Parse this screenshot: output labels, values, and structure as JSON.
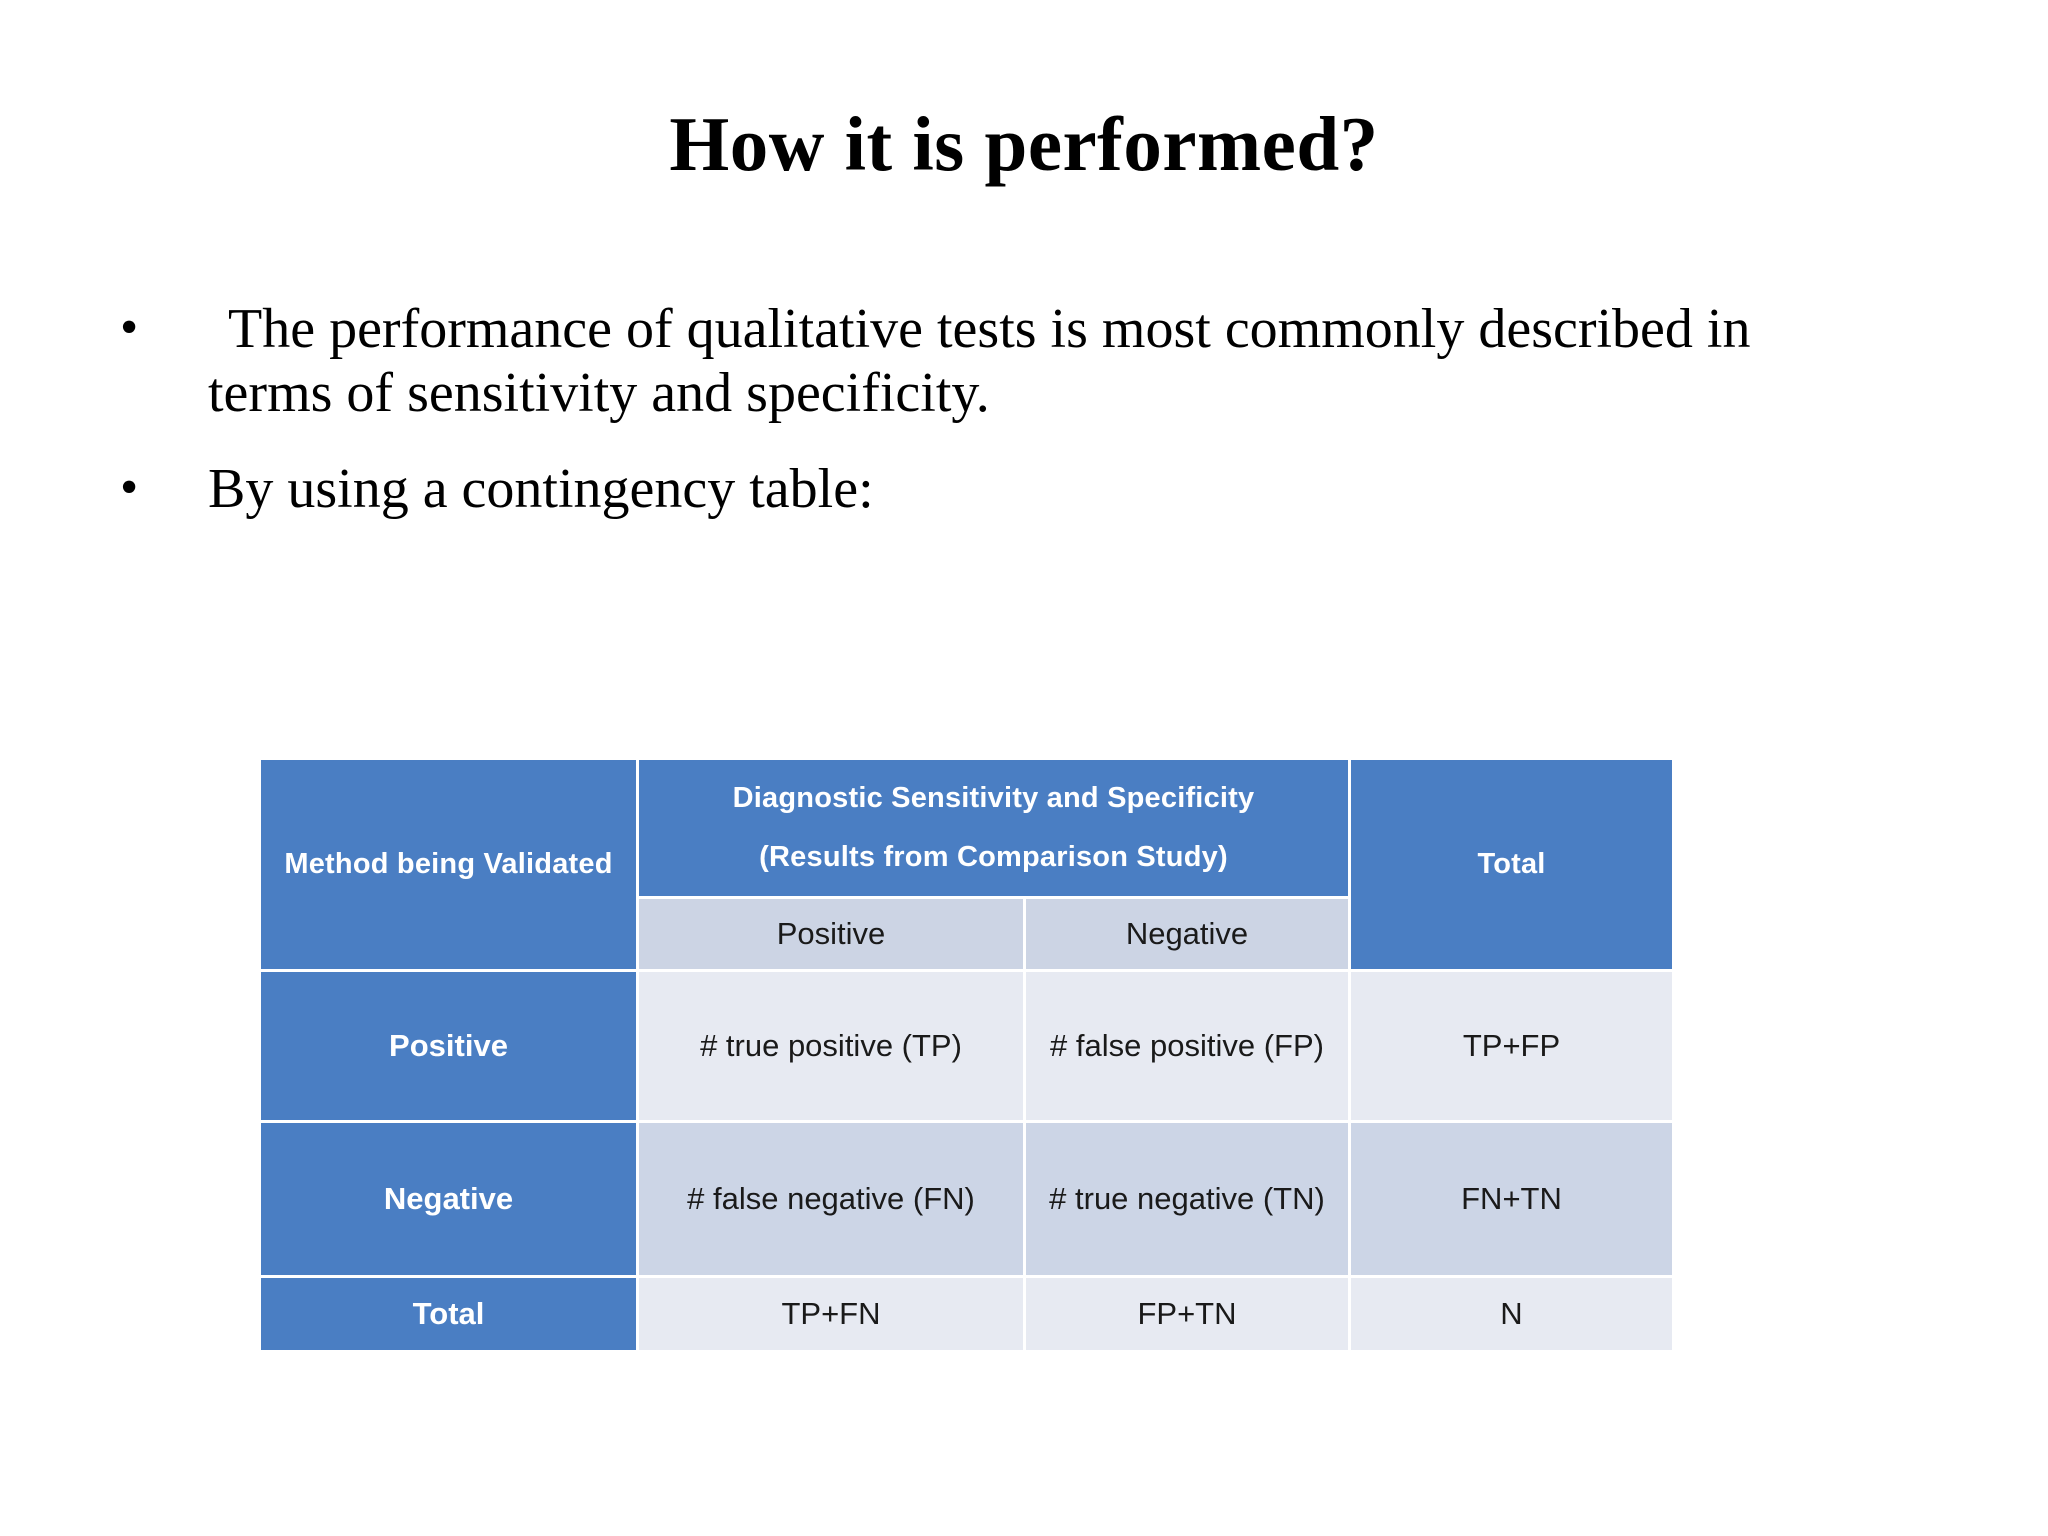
{
  "slide": {
    "title": "How it is performed?",
    "bullet_marker": "•",
    "bullets": [
      "The performance of qualitative tests is most commonly described in terms of sensitivity and specificity.",
      "By using a contingency table:"
    ]
  },
  "table": {
    "corner_header": "Method being Validated",
    "group_header_line1": "Diagnostic Sensitivity and Specificity",
    "group_header_line2": "(Results from Comparison Study)",
    "total_header": "Total",
    "sub_headers": [
      "Positive",
      "Negative"
    ],
    "rows": [
      {
        "label": "Positive",
        "cells": [
          "# true positive (TP)",
          "# false positive (FP)",
          "TP+FP"
        ]
      },
      {
        "label": "Negative",
        "cells": [
          "# false negative (FN)",
          "# true negative (TN)",
          "FN+TN"
        ]
      },
      {
        "label": "Total",
        "cells": [
          "TP+FN",
          "FP+TN",
          "N"
        ]
      }
    ]
  },
  "colors": {
    "header_blue": "#4a7ec3",
    "subheader_grey": "#ccd4e4",
    "cell_light": "#e7eaf2",
    "cell_mid": "#ccd5e6",
    "text_dark": "#1a1a1a",
    "text_white": "#ffffff",
    "background": "#ffffff"
  }
}
